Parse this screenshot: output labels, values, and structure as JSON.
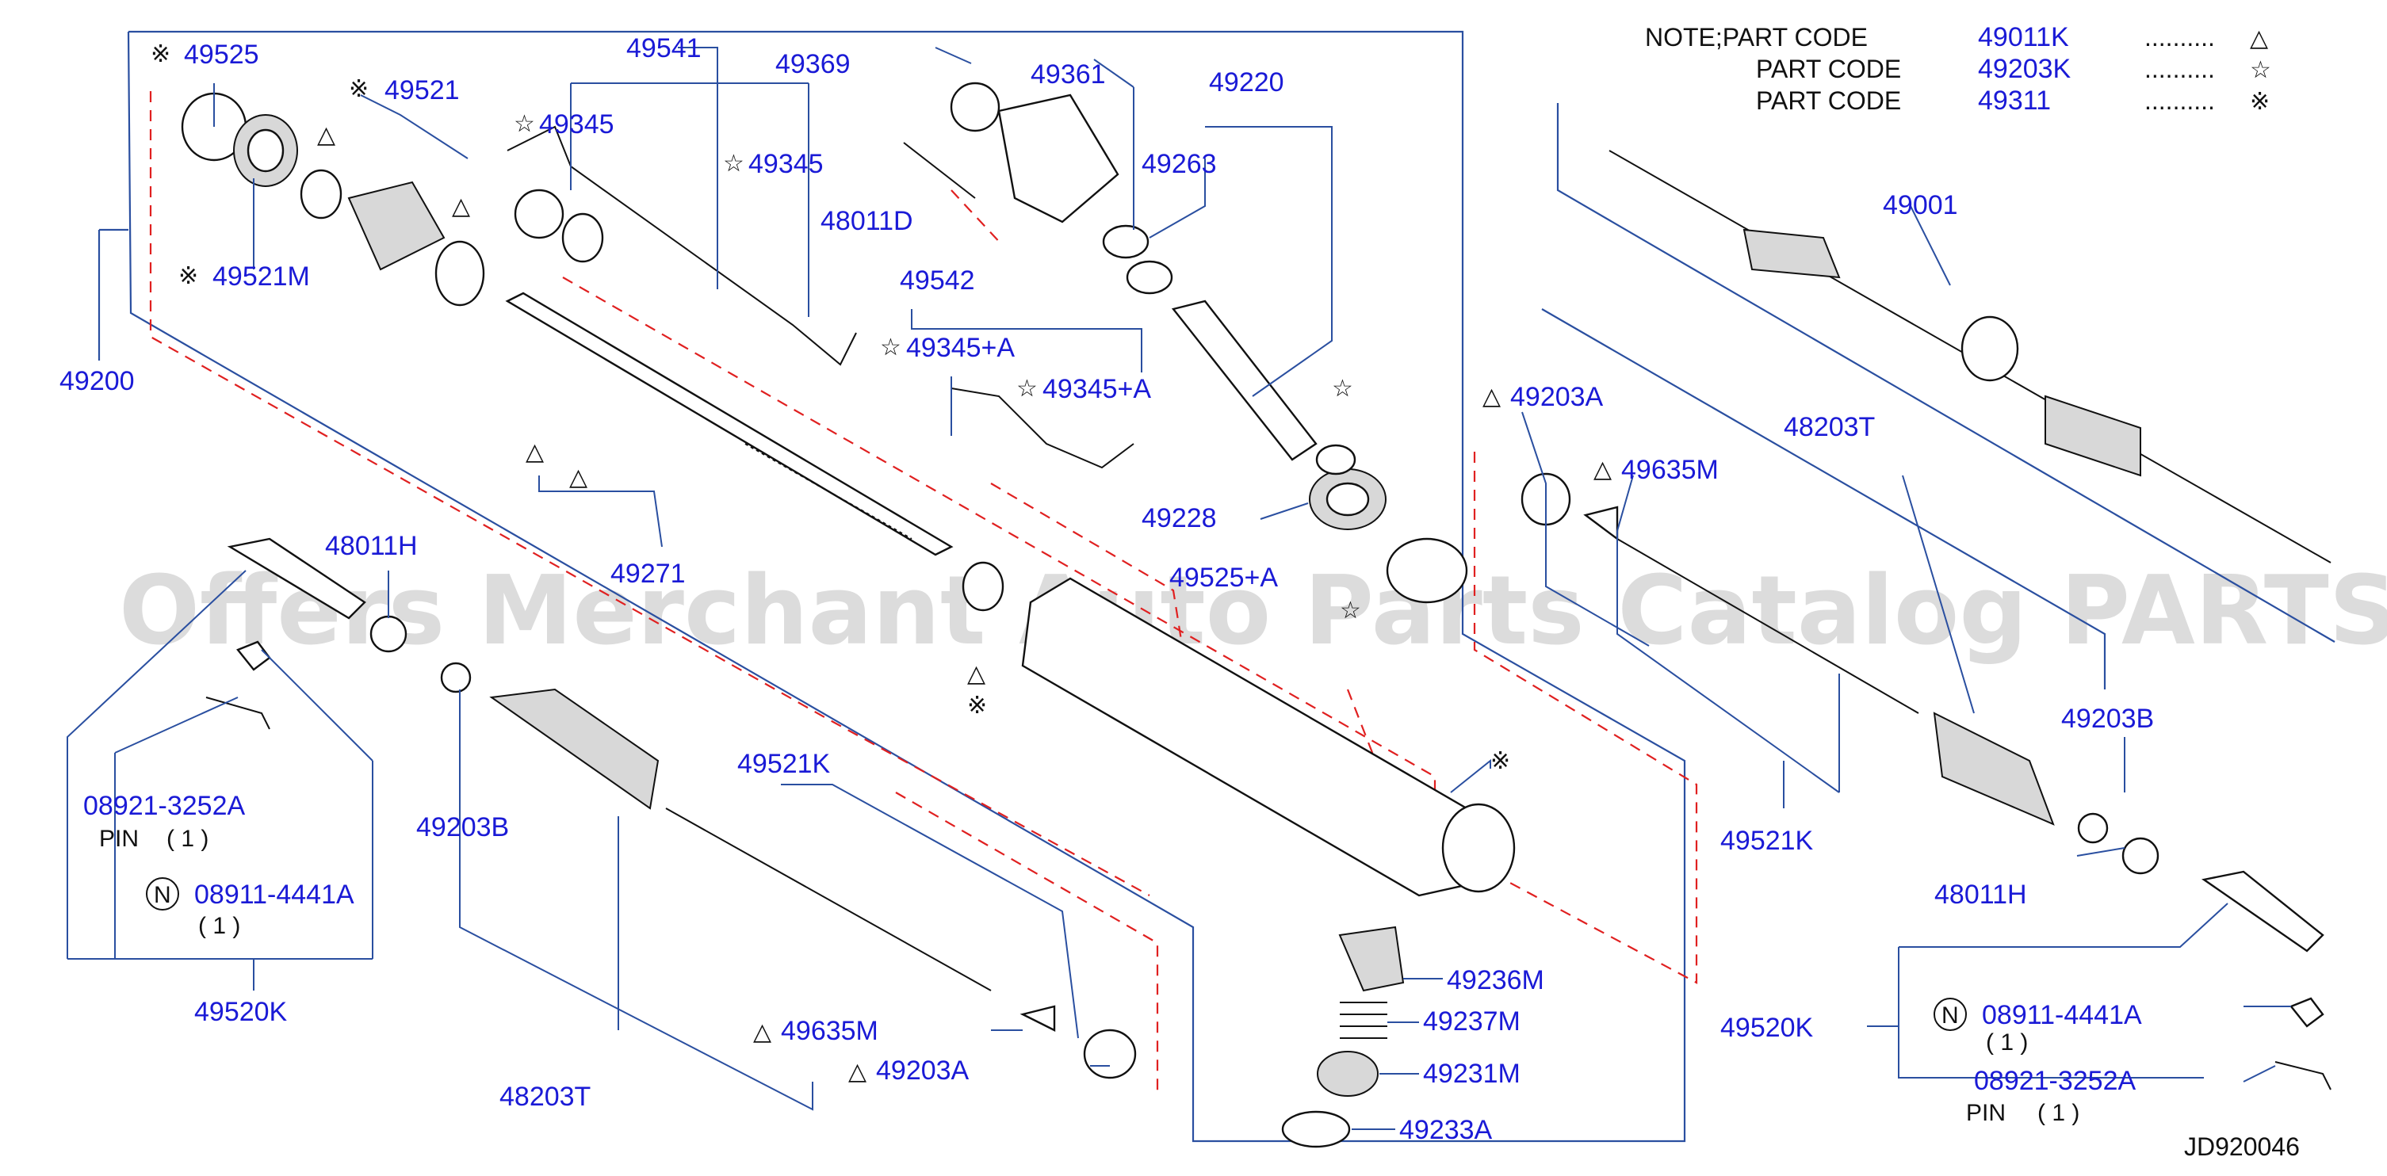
{
  "notes": {
    "line1": {
      "prefix": "NOTE;PART  CODE",
      "code": "49011K",
      "dots": "..........",
      "symbol": "△"
    },
    "line2": {
      "prefix": "PART  CODE",
      "code": "49203K",
      "dots": "..........",
      "symbol": "☆"
    },
    "line3": {
      "prefix": "PART  CODE",
      "code": "49311",
      "dots": "..........",
      "symbol": "※"
    }
  },
  "watermark": "Offers Merchant Auto Parts Catalog PARTSTORE.SA",
  "diagram_id": "JD920046",
  "labels": {
    "p49525": "49525",
    "p49521": "49521",
    "p49521m": "49521M",
    "p49200": "49200",
    "p49541": "49541",
    "p49369": "49369",
    "p49345a": "49345",
    "p49345b": "49345",
    "p48011d": "48011D",
    "p49361": "49361",
    "p49220": "49220",
    "p49263": "49263",
    "p49542": "49542",
    "p49345pa1": "49345+A",
    "p49345pa2": "49345+A",
    "p49228": "49228",
    "p49525pa": "49525+A",
    "p49271": "49271",
    "p48011h_l": "48011H",
    "p08921_l": "08921-3252A",
    "pin_l": "PIN",
    "pin_qty_l": "( 1 )",
    "p08911_l": "08911-4441A",
    "qty_l": "( 1 )",
    "p49520k_l": "49520K",
    "p49203b_l": "49203B",
    "p48203t_l": "48203T",
    "p49521k_l": "49521K",
    "p49635m_l": "49635M",
    "p49203a_l": "49203A",
    "p49236m": "49236M",
    "p49237m": "49237M",
    "p49231m": "49231M",
    "p49233a": "49233A",
    "p49001": "49001",
    "p49203a_r": "49203A",
    "p48203t_r": "48203T",
    "p49635m_r": "49635M",
    "p49203b_r": "49203B",
    "p49521k_r": "49521K",
    "p48011h_r": "48011H",
    "p49520k_r": "49520K",
    "p08911_r": "08911-4441A",
    "qty_r": "( 1 )",
    "p08921_r": "08921-3252A",
    "pin_r": "PIN",
    "pin_qty_r": "( 1 )",
    "n_symbol": "N"
  },
  "symbols": {
    "triangle": "△",
    "star": "☆",
    "ref": "※"
  }
}
